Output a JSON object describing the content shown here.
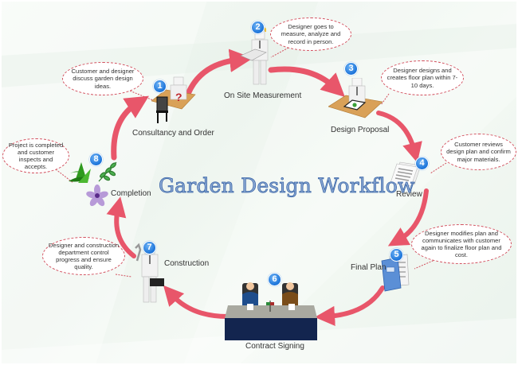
{
  "title": "Garden Design Workflow",
  "colors": {
    "arrow": "#e8566a",
    "badge": "#1a73d9",
    "title_fill": "#8aa8d4",
    "title_stroke": "#3e68a8",
    "bubble_border": "#d2505e"
  },
  "steps": [
    {
      "number": "1",
      "label": "Consultancy and Order",
      "icon": "meeting-desk-icon",
      "note": "Customer and designer discuss garden design ideas."
    },
    {
      "number": "2",
      "label": "On Site Measurement",
      "icon": "worker-laptop-icon",
      "note": "Designer goes to measure, analyze and record in person."
    },
    {
      "number": "3",
      "label": "Design Proposal",
      "icon": "designer-desk-icon",
      "note": "Designer designs and creates floor plan within 7-10 days."
    },
    {
      "number": "4",
      "label": "Review",
      "icon": "documents-icon",
      "note": "Customer reviews design plan and confirm major materials."
    },
    {
      "number": "5",
      "label": "Final Plan",
      "icon": "binder-icon",
      "note": "Designer modifies plan and communicates with customer again to finalize floor plan and cost."
    },
    {
      "number": "6",
      "label": "Contract Signing",
      "icon": "signing-table-icon",
      "note": ""
    },
    {
      "number": "7",
      "label": "Construction",
      "icon": "worker-toolbox-icon",
      "note": "Designer and construction department control progress and ensure quality."
    },
    {
      "number": "8",
      "label": "Completion",
      "icon": "plants-flower-icon",
      "note": "Project is completed and customer inspects and accepts."
    }
  ]
}
